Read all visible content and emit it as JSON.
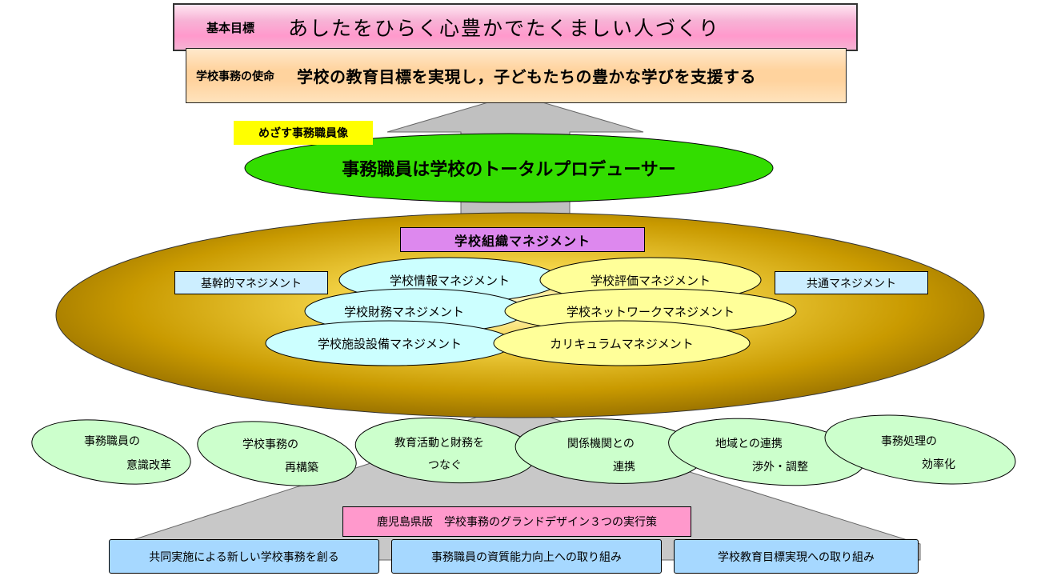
{
  "goal": {
    "label": "基本目標",
    "text": "あしたをひらく心豊かでたくましい人づくり"
  },
  "mission": {
    "label": "学校事務の使命",
    "text": "学校の教育目標を実現し，子どもたちの豊かな学びを支援する"
  },
  "ideal": {
    "label": "めざす事務職員像",
    "text": "事務職員は学校のトータルプロデューサー"
  },
  "school_management": {
    "title": "学校組織マネジメント",
    "core": "基幹的マネジメント",
    "common": "共通マネジメント",
    "items": [
      "学校情報マネジメント",
      "学校評価マネジメント",
      "学校財務マネジメント",
      "学校ネットワークマネジメント",
      "学校施設設備マネジメント",
      "カリキュラムマネジメント"
    ]
  },
  "bases": [
    {
      "line1": "事務職員の",
      "line2": "意識改革"
    },
    {
      "line1": "学校事務の",
      "line2": "再構築"
    },
    {
      "line1": "教育活動と財務を",
      "line2": "つなぐ"
    },
    {
      "line1": "関係機関との",
      "line2": "連携"
    },
    {
      "line1": "地域との連携",
      "line2": "渉外・調整"
    },
    {
      "line1": "事務処理の",
      "line2": "効率化"
    }
  ],
  "grand_design": {
    "title": "鹿児島県版　学校事務のグランドデザイン３つの実行策",
    "actions": [
      "共同実施による新しい学校事務を創る",
      "事務職員の資質能力向上への取り組み",
      "学校教育目標実現への取り組み"
    ]
  },
  "colors": {
    "goal_pink": "#ff99cc",
    "mission_orange": "#ffd39e",
    "ideal_yellow": "#ffff00",
    "ideal_green": "#33dd00",
    "management_gold": "#d8a800",
    "management_purple": "#dd88ee",
    "cyan_ellipse": "#ccffff",
    "yellow_ellipse": "#ffff99",
    "base_green": "#ccffcc",
    "action_blue": "#a6d8ff",
    "arrow_gray": "#c0c0c0"
  }
}
